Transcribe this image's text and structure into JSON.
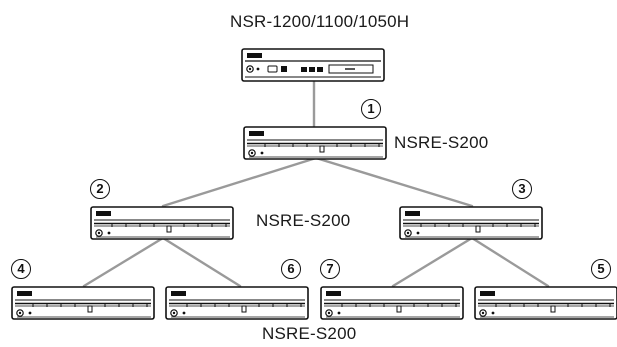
{
  "recorder": {
    "label": "NSR-1200/1100/1050H"
  },
  "expansion": {
    "label_level1": "NSRE-S200",
    "label_level2": "NSRE-S200",
    "label_level3": "NSRE-S200"
  },
  "badges": {
    "u1": "1",
    "u2": "2",
    "u3": "3",
    "u4": "4",
    "u5": "5",
    "u6": "6",
    "u7": "7"
  },
  "colors": {
    "connector": "#9a9a9a",
    "outline": "#111111",
    "label": "#1a1a1a"
  }
}
